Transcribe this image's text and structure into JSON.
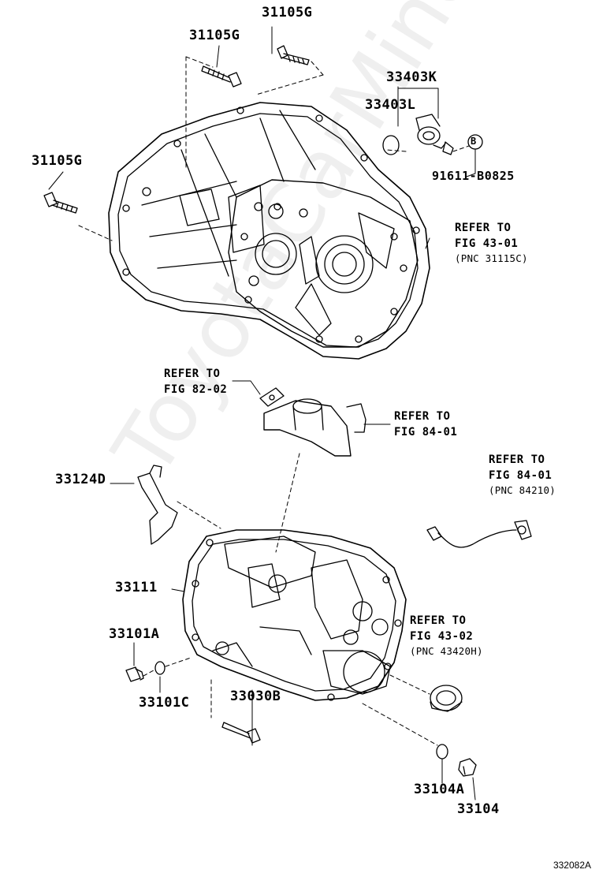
{
  "watermark": "ToyotaCarMine.ru",
  "figure_code": "332082A",
  "callouts": {
    "bolt_top_right": "31105G",
    "bolt_top_left": "31105G",
    "bolt_left": "31105G",
    "sleeve_group": "33403K",
    "sleeve": "33403L",
    "bolt_b": "91611-B0825",
    "bracket": "33124D",
    "case": "33111",
    "plug": "33101A",
    "gasket": "33101C",
    "case_bolt": "33030B",
    "drain_gasket": "33104A",
    "drain_plug": "33104",
    "circle_b": "B"
  },
  "references": {
    "ref_43_01": {
      "line1": "REFER TO",
      "line2": "FIG 43-01",
      "pnc": "(PNC 31115C)"
    },
    "ref_82_02": {
      "line1": "REFER TO",
      "line2": "FIG 82-02"
    },
    "ref_84_01": {
      "line1": "REFER TO",
      "line2": "FIG 84-01"
    },
    "ref_84_01_pnc": {
      "line1": "REFER TO",
      "line2": "FIG 84-01",
      "pnc": "(PNC 84210)"
    },
    "ref_43_02": {
      "line1": "REFER TO",
      "line2": "FIG 43-02",
      "pnc": "(PNC 43420H)"
    }
  }
}
